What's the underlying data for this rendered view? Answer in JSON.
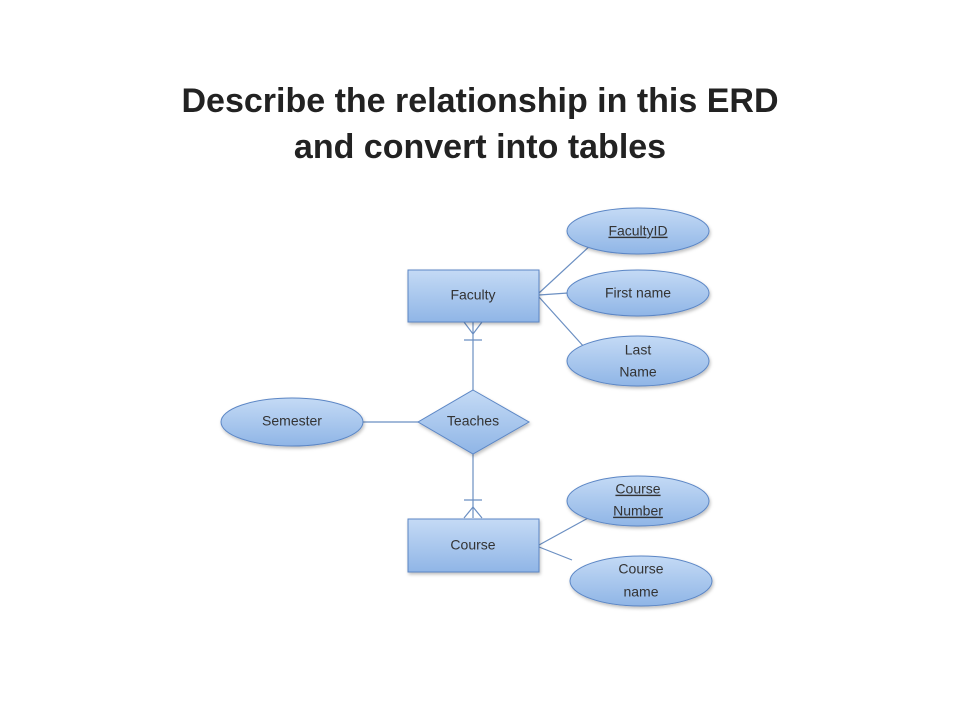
{
  "title": {
    "line1": "Describe the relationship in this ERD",
    "line2": "and convert into tables"
  },
  "diagram": {
    "entities": {
      "faculty": "Faculty",
      "course": "Course"
    },
    "relationship": {
      "teaches": "Teaches"
    },
    "attributes": {
      "faculty_id": "FacultyID",
      "first_name": "First name",
      "last_name": [
        "Last",
        "Name"
      ],
      "semester": "Semester",
      "course_number": [
        "Course",
        "Number"
      ],
      "course_name": [
        "Course",
        "name"
      ]
    },
    "colors": {
      "entity_fill": "#a9c8ee",
      "attribute_fill": "#a9c8ee",
      "border": "#5b86c5",
      "line": "#6b8fc2",
      "text": "#333333"
    }
  }
}
